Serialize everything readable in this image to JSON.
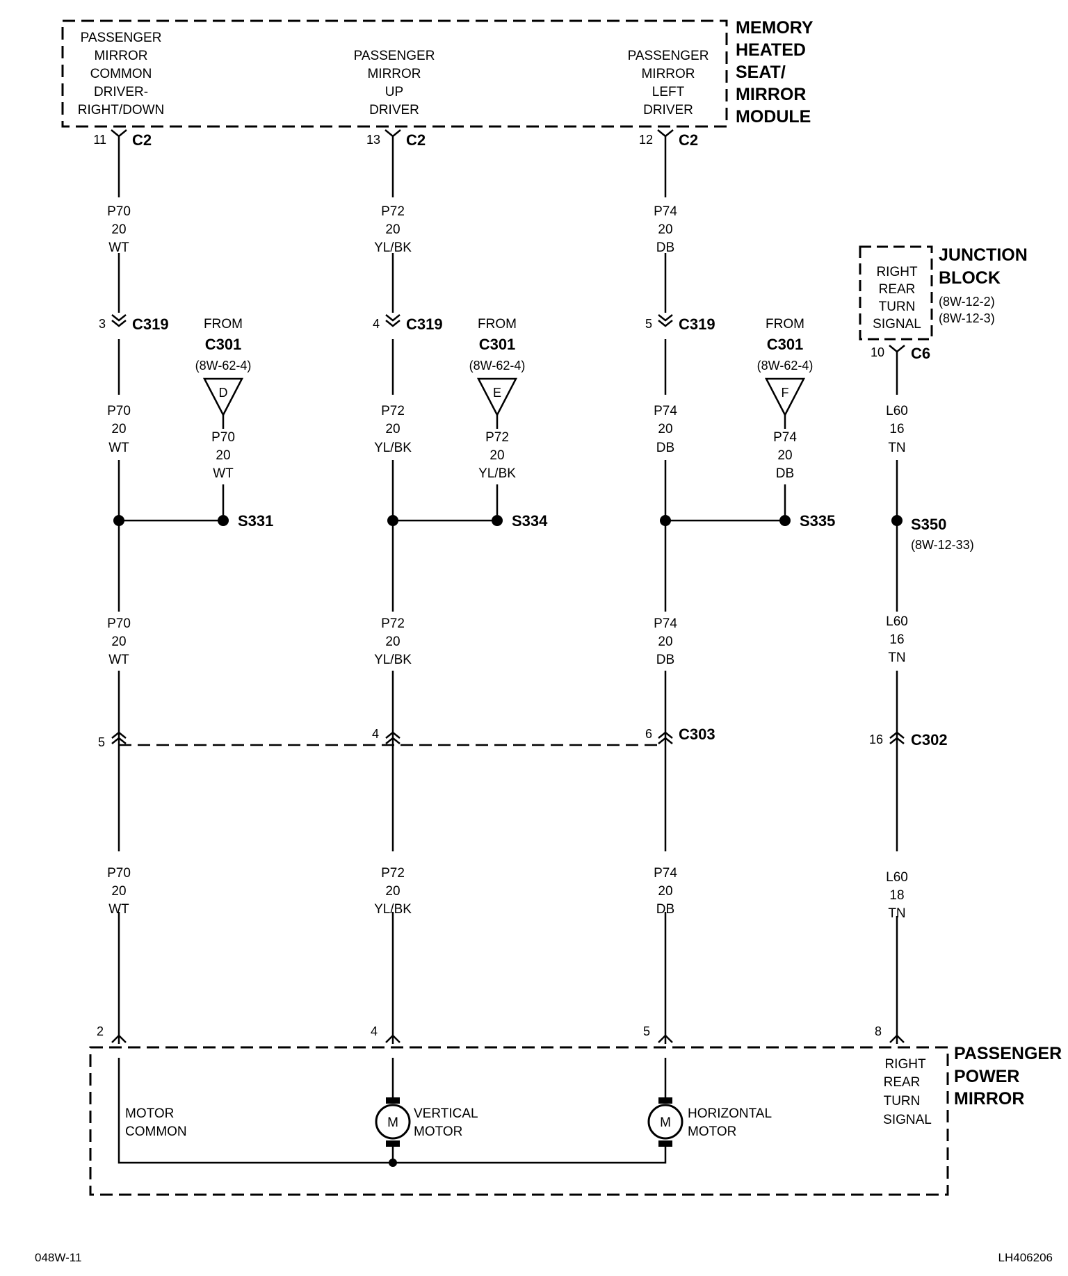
{
  "module": {
    "title_lines": [
      "MEMORY",
      "HEATED",
      "SEAT/",
      "MIRROR",
      "MODULE"
    ],
    "outputs": [
      {
        "lines": [
          "PASSENGER",
          "MIRROR",
          "COMMON",
          "DRIVER-",
          "RIGHT/DOWN"
        ]
      },
      {
        "lines": [
          "PASSENGER",
          "MIRROR",
          "UP",
          "DRIVER"
        ]
      },
      {
        "lines": [
          "PASSENGER",
          "MIRROR",
          "LEFT",
          "DRIVER"
        ]
      }
    ]
  },
  "junction_block": {
    "title_lines": [
      "JUNCTION",
      "BLOCK"
    ],
    "refs": [
      "(8W-12-2)",
      "(8W-12-3)"
    ],
    "label_lines": [
      "RIGHT",
      "REAR",
      "TURN",
      "SIGNAL"
    ],
    "pin": "10",
    "connector": "C6"
  },
  "circuits": [
    {
      "module_pin": "11",
      "module_connector": "C2",
      "wire": [
        "P70",
        "20",
        "WT"
      ],
      "c319_pin": "3",
      "c319": "C319",
      "from": "FROM",
      "from_connector": "C301",
      "from_ref": "(8W-62-4)",
      "from_letter": "D",
      "splice": "S331",
      "c303_pin": "5",
      "mirror_pin": "2"
    },
    {
      "module_pin": "13",
      "module_connector": "C2",
      "wire": [
        "P72",
        "20",
        "YL/BK"
      ],
      "c319_pin": "4",
      "c319": "C319",
      "from": "FROM",
      "from_connector": "C301",
      "from_ref": "(8W-62-4)",
      "from_letter": "E",
      "splice": "S334",
      "c303_pin": "4",
      "mirror_pin": "4"
    },
    {
      "module_pin": "12",
      "module_connector": "C2",
      "wire": [
        "P74",
        "20",
        "DB"
      ],
      "c319_pin": "5",
      "c319": "C319",
      "from": "FROM",
      "from_connector": "C301",
      "from_ref": "(8W-62-4)",
      "from_letter": "F",
      "splice": "S335",
      "c303_pin": "6",
      "mirror_pin": "5"
    }
  ],
  "c303": "C303",
  "turn_circuit": {
    "wire_a": [
      "L60",
      "16",
      "TN"
    ],
    "splice": "S350",
    "splice_ref": "(8W-12-33)",
    "c302_pin": "16",
    "c302": "C302",
    "wire_b": [
      "L60",
      "18",
      "TN"
    ],
    "mirror_pin": "8"
  },
  "mirror": {
    "title_lines": [
      "PASSENGER",
      "POWER",
      "MIRROR"
    ],
    "motor_common": [
      "MOTOR",
      "COMMON"
    ],
    "vertical_motor": [
      "VERTICAL",
      "MOTOR"
    ],
    "horizontal_motor": [
      "HORIZONTAL",
      "MOTOR"
    ],
    "motor_symbol": "M",
    "turn_signal": [
      "RIGHT",
      "REAR",
      "TURN",
      "SIGNAL"
    ]
  },
  "footer": {
    "left": "048W-11",
    "right": "LH406206"
  }
}
